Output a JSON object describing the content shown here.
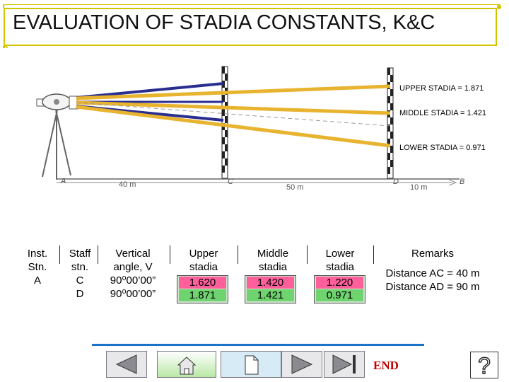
{
  "title": "EVALUATION OF STADIA CONSTANTS, K&C",
  "diagram": {
    "stadia_labels": {
      "upper": "UPPER STADIA = 1.871",
      "middle": "MIDDLE STADIA = 1.421",
      "lower": "LOWER STADIA = 0.971"
    },
    "points": [
      "A",
      "C",
      "D",
      "B"
    ],
    "distances": [
      "40 m",
      "50 m",
      "10 m"
    ]
  },
  "table": {
    "inst_stn": {
      "header": [
        "Inst.",
        "Stn."
      ],
      "values": [
        "A"
      ]
    },
    "staff_stn": {
      "header": [
        "Staff",
        "stn."
      ],
      "values": [
        "C",
        "D"
      ]
    },
    "vertical_angle": {
      "header": [
        "Vertical",
        "angle, V"
      ],
      "values": [
        "90⁰00’00”",
        "90⁰00’00”"
      ]
    },
    "upper_stadia": {
      "header": [
        "Upper",
        "stadia"
      ],
      "values": [
        "1.620",
        "1.871"
      ]
    },
    "middle_stadia": {
      "header": [
        "Middle",
        "stadia"
      ],
      "values": [
        "1.420",
        "1.421"
      ]
    },
    "lower_stadia": {
      "header": [
        "Lower",
        "stadia"
      ],
      "values": [
        "1.220",
        "0.971"
      ]
    },
    "remarks": {
      "header": "Remarks",
      "values": [
        "Distance AC = 40 m",
        "Distance AD = 90 m"
      ]
    }
  },
  "nav": {
    "end_label": "END",
    "help_label": "?",
    "accent_color": "#1a73c8"
  }
}
